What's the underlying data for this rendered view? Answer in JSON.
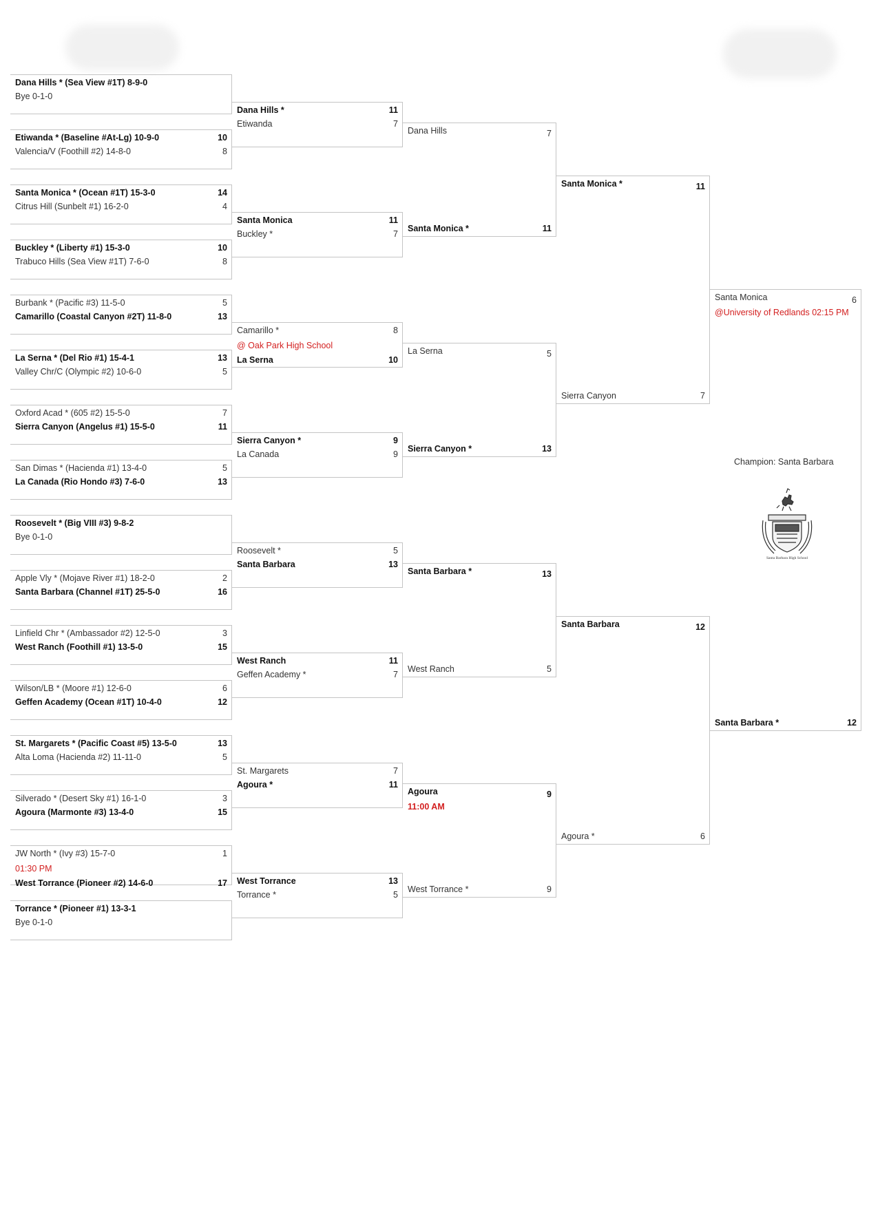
{
  "round1": [
    {
      "top": {
        "team": "Dana Hills * (Sea View #1T) 8-9-0",
        "score": "",
        "bold": true
      },
      "bottom": {
        "team": "Bye 0-1-0",
        "score": "",
        "bold": false
      }
    },
    {
      "top": {
        "team": "Etiwanda * (Baseline #At-Lg) 10-9-0",
        "score": "10",
        "bold": true
      },
      "bottom": {
        "team": "Valencia/V (Foothill #2) 14-8-0",
        "score": "8",
        "bold": false
      }
    },
    {
      "top": {
        "team": "Santa Monica * (Ocean #1T) 15-3-0",
        "score": "14",
        "bold": true
      },
      "bottom": {
        "team": "Citrus Hill (Sunbelt #1) 16-2-0",
        "score": "4",
        "bold": false
      }
    },
    {
      "top": {
        "team": "Buckley * (Liberty #1) 15-3-0",
        "score": "10",
        "bold": true
      },
      "bottom": {
        "team": "Trabuco Hills (Sea View #1T) 7-6-0",
        "score": "8",
        "bold": false
      }
    },
    {
      "top": {
        "team": "Burbank * (Pacific #3) 11-5-0",
        "score": "5",
        "bold": false
      },
      "bottom": {
        "team": "Camarillo (Coastal Canyon #2T) 11-8-0",
        "score": "13",
        "bold": true
      }
    },
    {
      "top": {
        "team": "La Serna * (Del Rio #1) 15-4-1",
        "score": "13",
        "bold": true
      },
      "bottom": {
        "team": "Valley Chr/C (Olympic #2) 10-6-0",
        "score": "5",
        "bold": false
      }
    },
    {
      "top": {
        "team": "Oxford Acad * (605 #2) 15-5-0",
        "score": "7",
        "bold": false
      },
      "bottom": {
        "team": "Sierra Canyon (Angelus #1) 15-5-0",
        "score": "11",
        "bold": true
      }
    },
    {
      "top": {
        "team": "San Dimas * (Hacienda #1) 13-4-0",
        "score": "5",
        "bold": false
      },
      "bottom": {
        "team": "La Canada (Rio Hondo #3) 7-6-0",
        "score": "13",
        "bold": true
      }
    },
    {
      "top": {
        "team": "Roosevelt * (Big VIII #3) 9-8-2",
        "score": "",
        "bold": true
      },
      "bottom": {
        "team": "Bye 0-1-0",
        "score": "",
        "bold": false
      }
    },
    {
      "top": {
        "team": "Apple Vly * (Mojave River #1) 18-2-0",
        "score": "2",
        "bold": false
      },
      "bottom": {
        "team": "Santa Barbara (Channel #1T) 25-5-0",
        "score": "16",
        "bold": true
      }
    },
    {
      "top": {
        "team": "Linfield Chr * (Ambassador #2) 12-5-0",
        "score": "3",
        "bold": false
      },
      "bottom": {
        "team": "West Ranch (Foothill #1) 13-5-0",
        "score": "15",
        "bold": true
      }
    },
    {
      "top": {
        "team": "Wilson/LB * (Moore #1) 12-6-0",
        "score": "6",
        "bold": false
      },
      "bottom": {
        "team": "Geffen Academy (Ocean #1T) 10-4-0",
        "score": "12",
        "bold": true
      }
    },
    {
      "top": {
        "team": "St. Margarets * (Pacific Coast #5) 13-5-0",
        "score": "13",
        "bold": true
      },
      "bottom": {
        "team": "Alta Loma (Hacienda #2) 11-11-0",
        "score": "5",
        "bold": false
      }
    },
    {
      "top": {
        "team": "Silverado * (Desert Sky #1) 16-1-0",
        "score": "3",
        "bold": false
      },
      "bottom": {
        "team": "Agoura (Marmonte #3) 13-4-0",
        "score": "15",
        "bold": true
      }
    },
    {
      "top": {
        "team": "JW North * (Ivy #3) 15-7-0",
        "score": "1",
        "bold": false
      },
      "note": "01:30 PM",
      "bottom": {
        "team": "West Torrance (Pioneer #2) 14-6-0",
        "score": "17",
        "bold": true
      }
    },
    {
      "top": {
        "team": "Torrance * (Pioneer #1) 13-3-1",
        "score": "",
        "bold": true
      },
      "bottom": {
        "team": "Bye 0-1-0",
        "score": "",
        "bold": false
      }
    }
  ],
  "round2": [
    {
      "top": {
        "team": "Dana Hills *",
        "score": "11",
        "bold": true
      },
      "bottom": {
        "team": "Etiwanda",
        "score": "7",
        "bold": false
      }
    },
    {
      "top": {
        "team": "Santa Monica",
        "score": "11",
        "bold": true
      },
      "bottom": {
        "team": "Buckley *",
        "score": "7",
        "bold": false
      }
    },
    {
      "top": {
        "team": "Camarillo *",
        "score": "8",
        "bold": false
      },
      "note": "@ Oak Park High School",
      "bottom": {
        "team": "La Serna",
        "score": "10",
        "bold": true
      }
    },
    {
      "top": {
        "team": "Sierra Canyon *",
        "score": "9",
        "bold": true
      },
      "bottom": {
        "team": "La Canada",
        "score": "9",
        "bold": false
      }
    },
    {
      "top": {
        "team": "Roosevelt *",
        "score": "5",
        "bold": false
      },
      "bottom": {
        "team": "Santa Barbara",
        "score": "13",
        "bold": true
      }
    },
    {
      "top": {
        "team": "West Ranch",
        "score": "11",
        "bold": true
      },
      "bottom": {
        "team": "Geffen Academy *",
        "score": "7",
        "bold": false
      }
    },
    {
      "top": {
        "team": "St. Margarets",
        "score": "7",
        "bold": false
      },
      "bottom": {
        "team": "Agoura *",
        "score": "11",
        "bold": true
      }
    },
    {
      "top": {
        "team": "West Torrance",
        "score": "13",
        "bold": true
      },
      "bottom": {
        "team": "Torrance *",
        "score": "5",
        "bold": false
      }
    }
  ],
  "round3": [
    {
      "top": {
        "team": "Dana Hills",
        "score": "7",
        "bold": false
      },
      "bottom": {
        "team": "Santa Monica *",
        "score": "11",
        "bold": true
      }
    },
    {
      "top": {
        "team": "La Serna",
        "score": "5",
        "bold": false
      },
      "bottom": {
        "team": "Sierra Canyon *",
        "score": "13",
        "bold": true
      }
    },
    {
      "top": {
        "team": "Santa Barbara *",
        "score": "13",
        "bold": true
      },
      "bottom": {
        "team": "West Ranch",
        "score": "5",
        "bold": false
      }
    },
    {
      "top": {
        "team": "Agoura",
        "score": "9",
        "bold": true
      },
      "note": "11:00 AM",
      "bottom": {
        "team": "West Torrance *",
        "score": "9",
        "bold": false
      }
    }
  ],
  "round4": [
    {
      "top": {
        "team": "Santa Monica *",
        "score": "11",
        "bold": true
      },
      "bottom": {
        "team": "Sierra Canyon",
        "score": "7",
        "bold": false
      }
    },
    {
      "top": {
        "team": "Santa Barbara",
        "score": "12",
        "bold": true
      },
      "bottom": {
        "team": "Agoura *",
        "score": "6",
        "bold": false
      }
    }
  ],
  "final": {
    "top": {
      "team": "Santa Monica",
      "score": "6",
      "bold": false
    },
    "note": "@University of Redlands 02:15 PM",
    "bottom": {
      "team": "Santa Barbara *",
      "score": "12",
      "bold": true
    }
  },
  "champion": "Champion: Santa Barbara",
  "logo_text": "Santa Barbara High School",
  "colors": {
    "note": "#d32020",
    "border": "#c4c4c4",
    "text": "#333333"
  }
}
